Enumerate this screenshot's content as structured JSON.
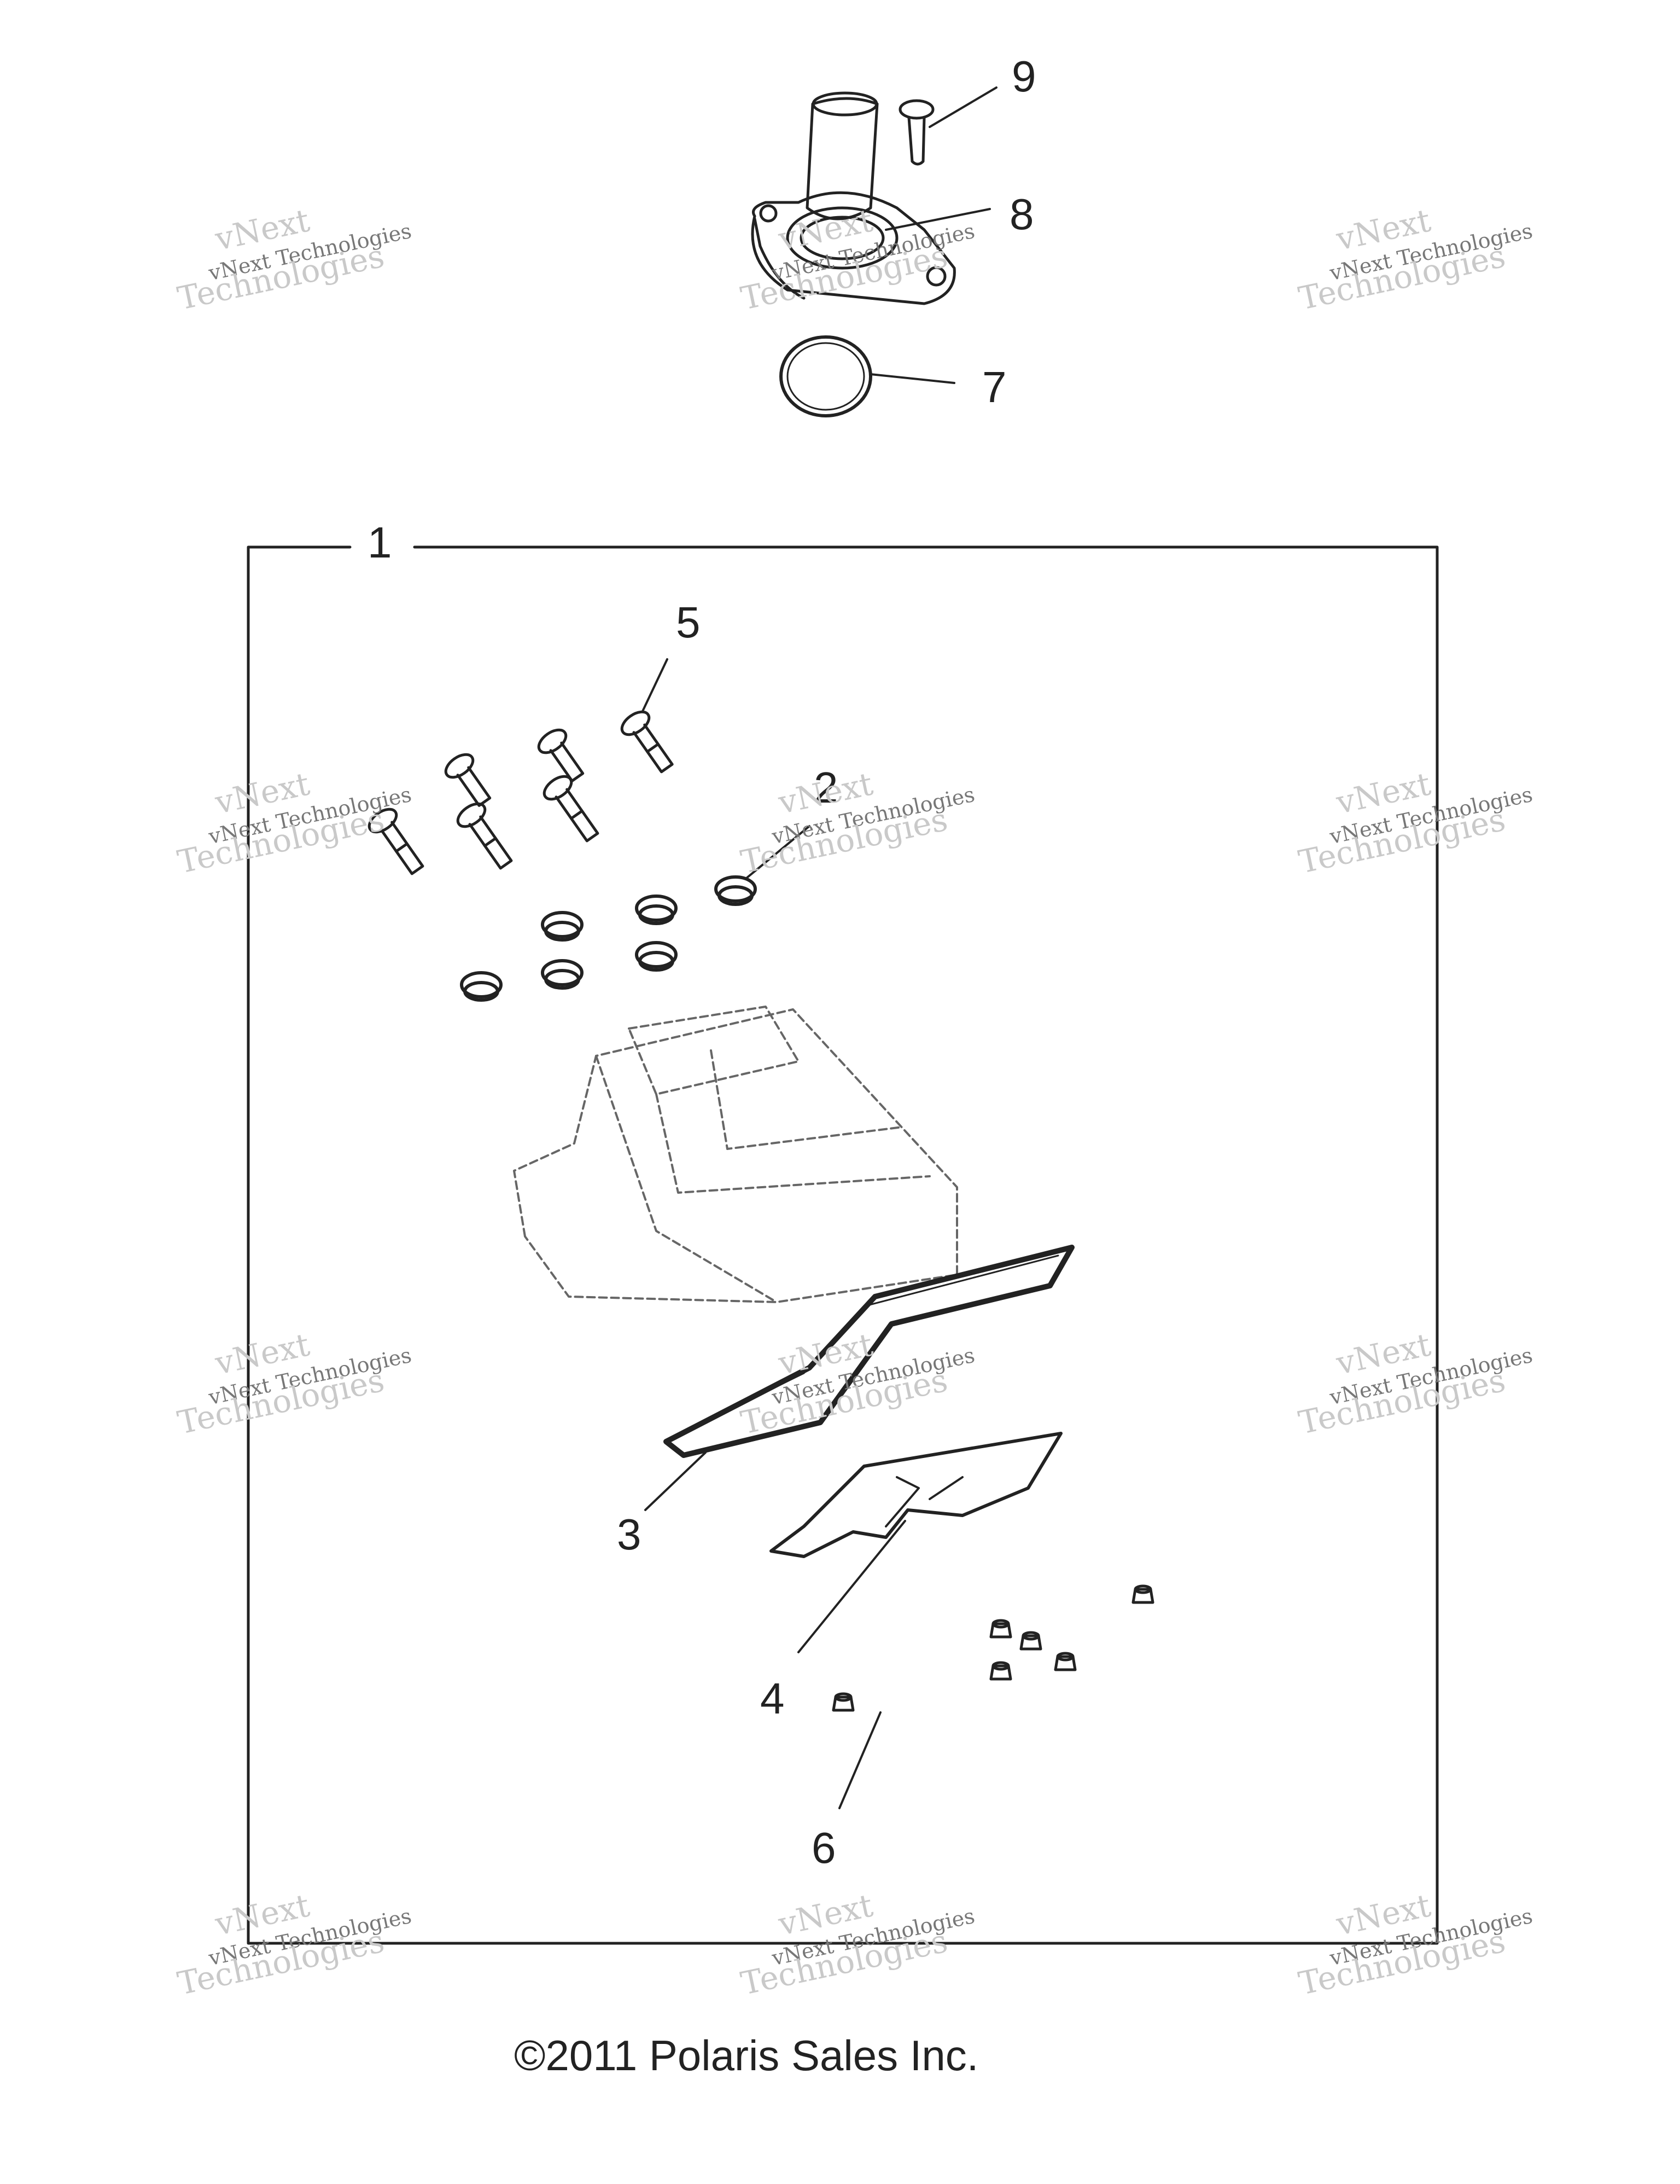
{
  "callouts": {
    "c1": "1",
    "c2": "2",
    "c3": "3",
    "c4": "4",
    "c5": "5",
    "c6": "6",
    "c7": "7",
    "c8": "8",
    "c9": "9"
  },
  "watermark": {
    "line1": "vNext",
    "line2": "vNext Technologies",
    "line3": "Technologies"
  },
  "copyright": "©2011 Polaris Sales Inc."
}
